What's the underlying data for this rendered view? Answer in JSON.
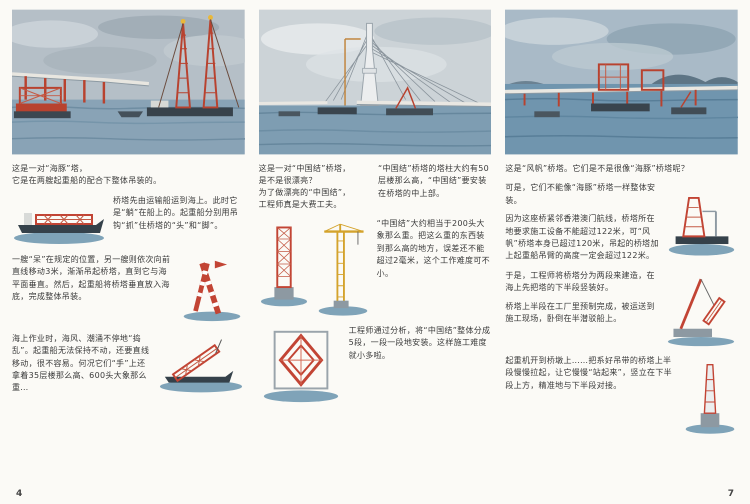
{
  "palette": {
    "page_bg": "#fbfaf6",
    "sky_grey": "#b5bfc7",
    "sky_light": "#ccd3d7",
    "sky_blue": "#a9bac7",
    "sea_blue": "#7e9db2",
    "structure_red": "#c24434",
    "crane_yellow": "#d4a32c",
    "hull_dark": "#35414a",
    "pier_grey": "#8d99a2",
    "text": "#3a3a3a"
  },
  "illustrations": {
    "left_hero": "dolphin-tower-hoisting-scene",
    "middle_hero": "chinese-knot-cable-tower-scene",
    "right_hero": "sail-tower-bridge-scene",
    "transport_ship": "ship-carrying-tower",
    "hoist_poles": "striped-hoisting-poles",
    "tilted_tower": "tower-tilted-on-ship",
    "tower_segment": "red-lattice-tower-segment",
    "yellow_crane": "tower-crane",
    "chinese_knot": "chinese-knot-structure",
    "floating_segment": "tower-segment-on-floats",
    "crane_lifting": "crane-lifting-tower-half",
    "standing_tower": "tower-standing-on-pier"
  },
  "left_page": {
    "page_number": "4",
    "intro_line1": "这是一对“海豚”塔，",
    "intro_line2": "它是在两艘起重船的配合下整体吊装的。",
    "para_transport": "桥塔先由运输船运到海上。此时它是“躺”在船上的。起重船分别用吊钩“抓”住桥塔的“头”和“脚”。",
    "para_hoist": "一艘“呆”在规定的位置，另一艘则依次向前直线移动3米，渐渐吊起桥塔，直到它与海平面垂直。然后，起重船将桥塔垂直放入海底，完成整体吊装。",
    "para_sea_work": "海上作业时，海风、潮涌不停地“捣乱”。起重船无法保持不动，还要直线移动，很不容易。何况它们“手”上还拿着35层楼那么高、600头大象那么重…"
  },
  "middle_page": {
    "intro_line1": "这是一对“中国结”桥塔，",
    "intro_line2": "是不是很漂亮？",
    "intro_line3": "为了做漂亮的“中国结”，",
    "intro_line4": "工程师真是大费工夫。",
    "para_height": "“中国结”桥塔的塔柱大约有50层楼那么高，“中国结”要安装在桥塔的中上部。",
    "para_weight": "“中国结”大约相当于200头大象那么重。把这么重的东西装到那么高的地方，误差还不能超过2毫米，这个工作难度可不小。",
    "para_method": "工程师通过分析，将“中国结”整体分成5段，一段一段地安装。这样施工难度就小多啦。"
  },
  "right_page": {
    "page_number": "7",
    "intro": "这是“风帆”桥塔。它们是不是很像“海豚”桥塔呢？",
    "para_but": "可是，它们不能像“海豚”桥塔一样整体安装。",
    "para_reason": "因为这座桥紧邻香港澳门航线，桥塔所在地要求施工设备不能超过122米，可“风帆”桥塔本身已超过120米，吊起的桥塔加上起重船吊臂的高度一定会超过122米。",
    "para_split": "于是，工程师将桥塔分为两段来建造，在海上先把塔的下半段竖装好。",
    "para_prefab": "桥塔上半段在工厂里预制完成，被运送到施工现场，卧倒在半潜驳船上。",
    "para_lift": "起重机开到桥墩上……把系好吊带的桥塔上半段慢慢拉起，让它慢慢“站起来”，竖立在下半段上方，精准地与下半段对接。"
  }
}
